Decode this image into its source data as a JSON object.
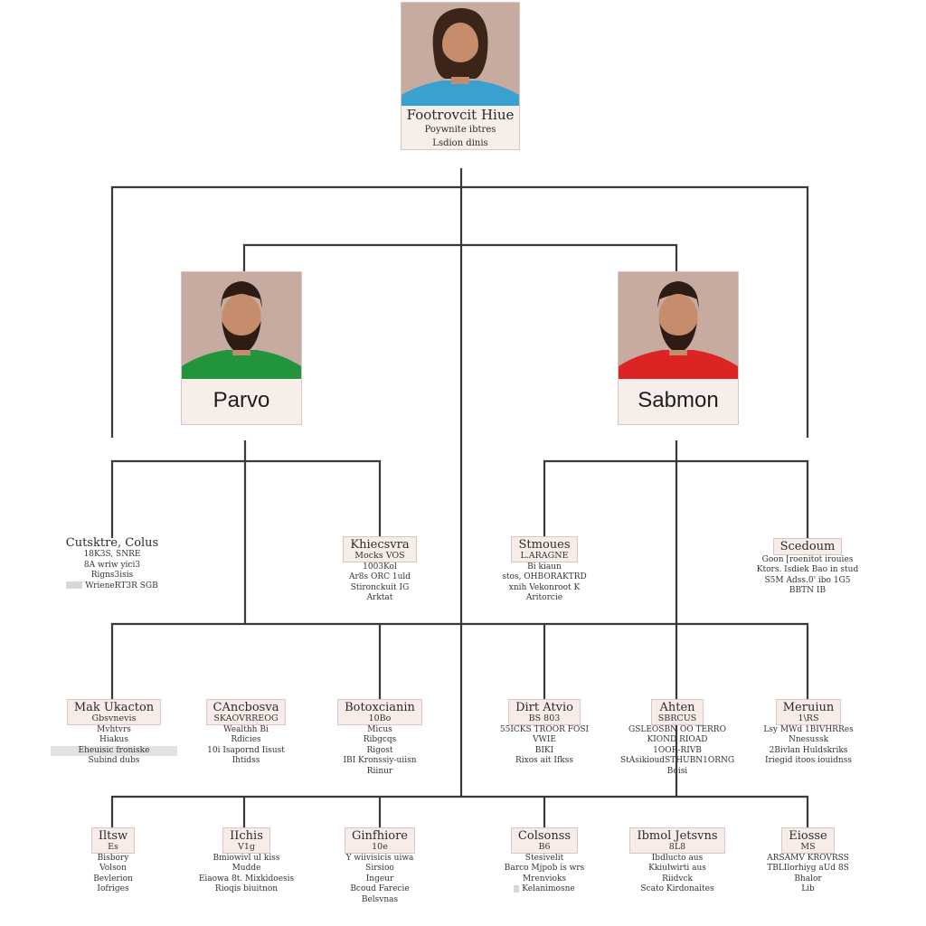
{
  "root": {
    "name": "Footrovcit Hiue",
    "lines": [
      "Poywnite ibtres",
      "Lsdion dinis"
    ],
    "shirt_color": "#3aa0cf"
  },
  "left_parent": {
    "name": "Parvo",
    "shirt_color": "#22943c"
  },
  "right_parent": {
    "name": "Sabmon",
    "shirt_color": "#dc2424"
  },
  "row1": [
    {
      "title": "Cutsktre, Colus",
      "boxed": false,
      "lines": [
        "18K3S, SNRE",
        "8A wriw yici3",
        "Rigns3isis",
        "WrieneRT3R SGB"
      ]
    },
    {
      "title": "Khiecsvra",
      "sub": "Mocks VOS",
      "boxed": true,
      "lines": [
        "1003Kol",
        "Ar8s ORC 1uld",
        "Stironckuit IG",
        "Arktat"
      ]
    },
    {
      "title": "Stmoues",
      "sub": "L.ARAGNE",
      "boxed": true,
      "lines": [
        "Bi kiaun",
        "stos, OHBORAKTRD",
        "xnih Vekonroot K",
        "Aritorcie"
      ]
    },
    {
      "title": "Scedoum",
      "boxed": true,
      "lines": [
        "Goon [roenitot irouies",
        "Ktors. Isdiek Bao in stud",
        "S5M Adss.0' ibo 1G5",
        "BBTN IB"
      ]
    }
  ],
  "row2": [
    {
      "title": "Mak Ukacton",
      "sub": "Gbsvnevis",
      "lines": [
        "Mvhtvrs",
        "Hiakus",
        "Eheuisic froniske",
        "Subind dubs"
      ]
    },
    {
      "title": "CAncbosva",
      "sub": "SKAOVRREOG",
      "lines": [
        "Wealthh Bi",
        "Rdicies",
        "10i Isapornd Iisust",
        "Ihtidss"
      ]
    },
    {
      "title": "Botoxcianin",
      "sub": "10Bo",
      "lines": [
        "Micus",
        "Ribgcqs",
        "Rigost",
        "IBI Kronssiy-uiisn",
        "Riinur"
      ]
    },
    {
      "title": "Dirt Atvio",
      "sub": "BS 803",
      "lines": [
        "55ICKS TROOR FOSI",
        "VWIE",
        "BIKI",
        "Rixos ait Ifkss"
      ]
    },
    {
      "title": "Ahten",
      "sub": "SBRCUS",
      "lines": [
        "GSLEOSBN OO TERRO",
        "KIOND RIOAD",
        "1OOR-RIVB",
        "StAsikioudSTHUBN1ORNG",
        "Boisi"
      ]
    },
    {
      "title": "Meruiun",
      "sub": "1\\RS",
      "lines": [
        "Lsy MWd 1BIVHRRes",
        "Nnesussk",
        "2Bivlan Huldskriks",
        "Iriegid itoos iouidnss"
      ]
    }
  ],
  "row3": [
    {
      "title": "Iltsw",
      "sub": "Es",
      "lines": [
        "Bisbory",
        "Volson",
        "Bevlerion",
        "Iofriges"
      ]
    },
    {
      "title": "IIchis",
      "sub": "V1g",
      "lines": [
        "Bmiowivl ul kiss",
        "Mudde",
        "Eiaowa 8t. Mixkidoesis",
        "Rioqis biuitnon"
      ]
    },
    {
      "title": "Ginfhiore",
      "sub": "10e",
      "lines": [
        "Y wiivisicis uiwa",
        "Sirsioo",
        "Ingeur",
        "Bcoud Farecie",
        "Belsvnas"
      ]
    },
    {
      "title": "Colsonss",
      "sub": "B6",
      "lines": [
        "Stesivelit",
        "Barco Mjpob is wrs",
        "Mrenvioks",
        "Kelanimosne"
      ]
    },
    {
      "title": "Ibmol Jetsvns",
      "sub": "8L8",
      "lines": [
        "Ibdlucto aus",
        "Kkiulwirti aus",
        "Riidvck",
        "Scato Kirdonaites"
      ]
    },
    {
      "title": "Eiosse",
      "sub": "MS",
      "lines": [
        "ARSAMV KROVRSS",
        "TBLIlorhiyg aUd 8S",
        "Bhalor",
        "Lib"
      ]
    }
  ],
  "colors": {
    "connector": "#3a3a3a",
    "card_fill": "#f8ece8",
    "card_border": "#dcc6bf",
    "photo_bg": "#c7aaa0"
  }
}
